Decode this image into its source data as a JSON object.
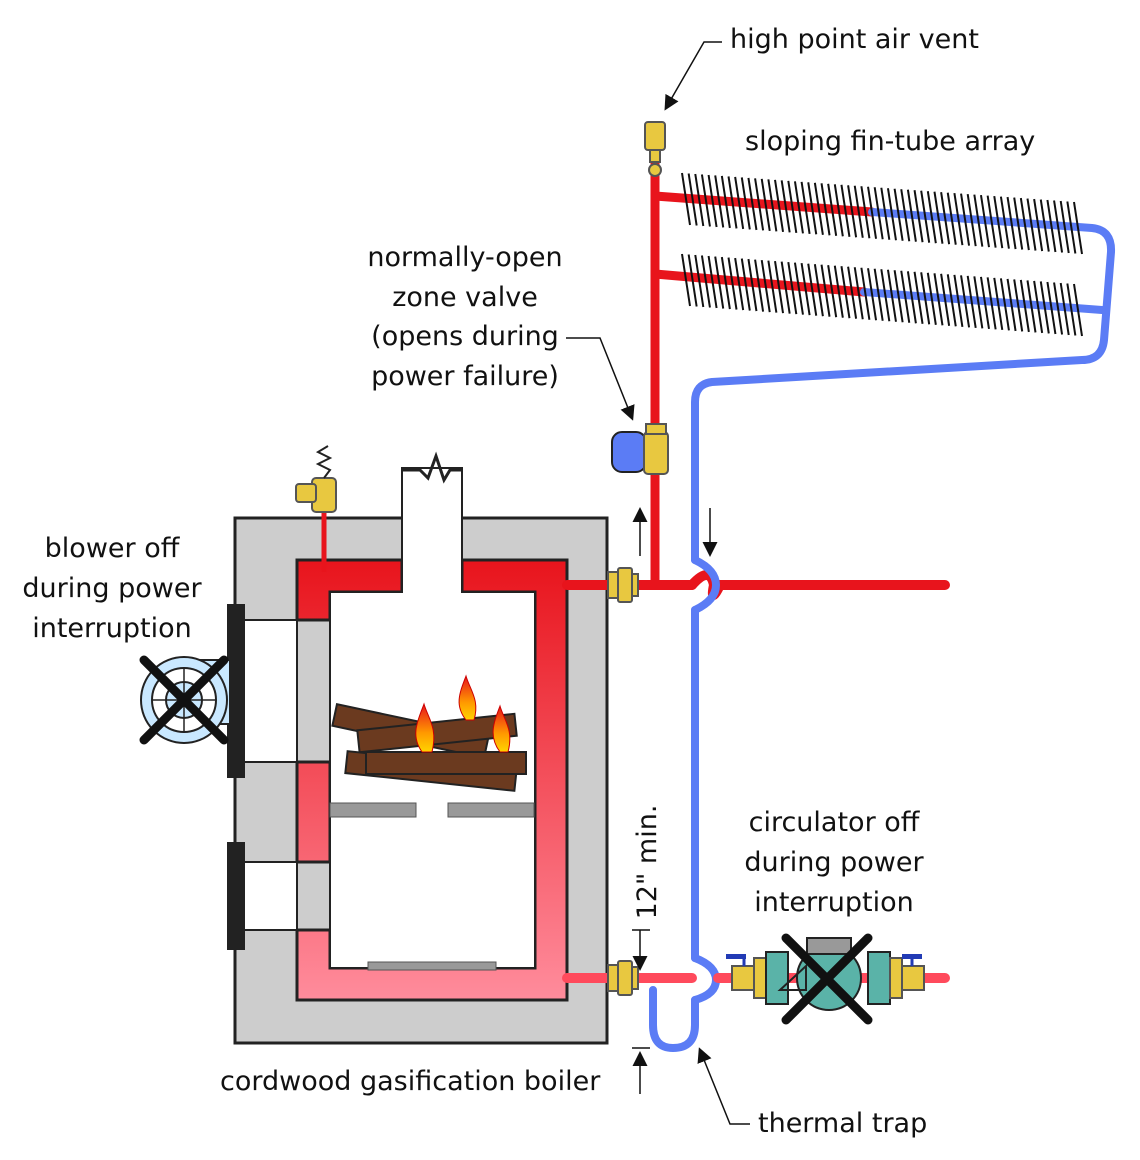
{
  "labels": {
    "air_vent": "high point air vent",
    "fin_tube": "sloping fin-tube array",
    "zone_valve": [
      "normally-open",
      "zone valve",
      "(opens during",
      "power failure)"
    ],
    "blower": [
      "blower off",
      "during power",
      "interruption"
    ],
    "circulator": [
      "circulator off",
      "during power",
      "interruption"
    ],
    "clearance": "12\" min.",
    "boiler": "cordwood gasification boiler",
    "thermal_trap": "thermal trap"
  },
  "colors": {
    "supply_hot": "#e8141c",
    "return_warm": "#ff4a5c",
    "return_cool": "#5b7cf5",
    "boiler_casing": "#cdcdcd",
    "brass": "#e8c840",
    "wood": "#6b3a1f",
    "flame": "#ff9900",
    "valve_actuator": "#5b7cf5",
    "pump_body": "#5ab3a8"
  },
  "icons": [
    "air-vent-icon",
    "zone-valve-icon",
    "relief-valve-icon",
    "blower-icon",
    "circulator-icon",
    "flame-icon",
    "union-icon",
    "ball-valve-icon"
  ]
}
